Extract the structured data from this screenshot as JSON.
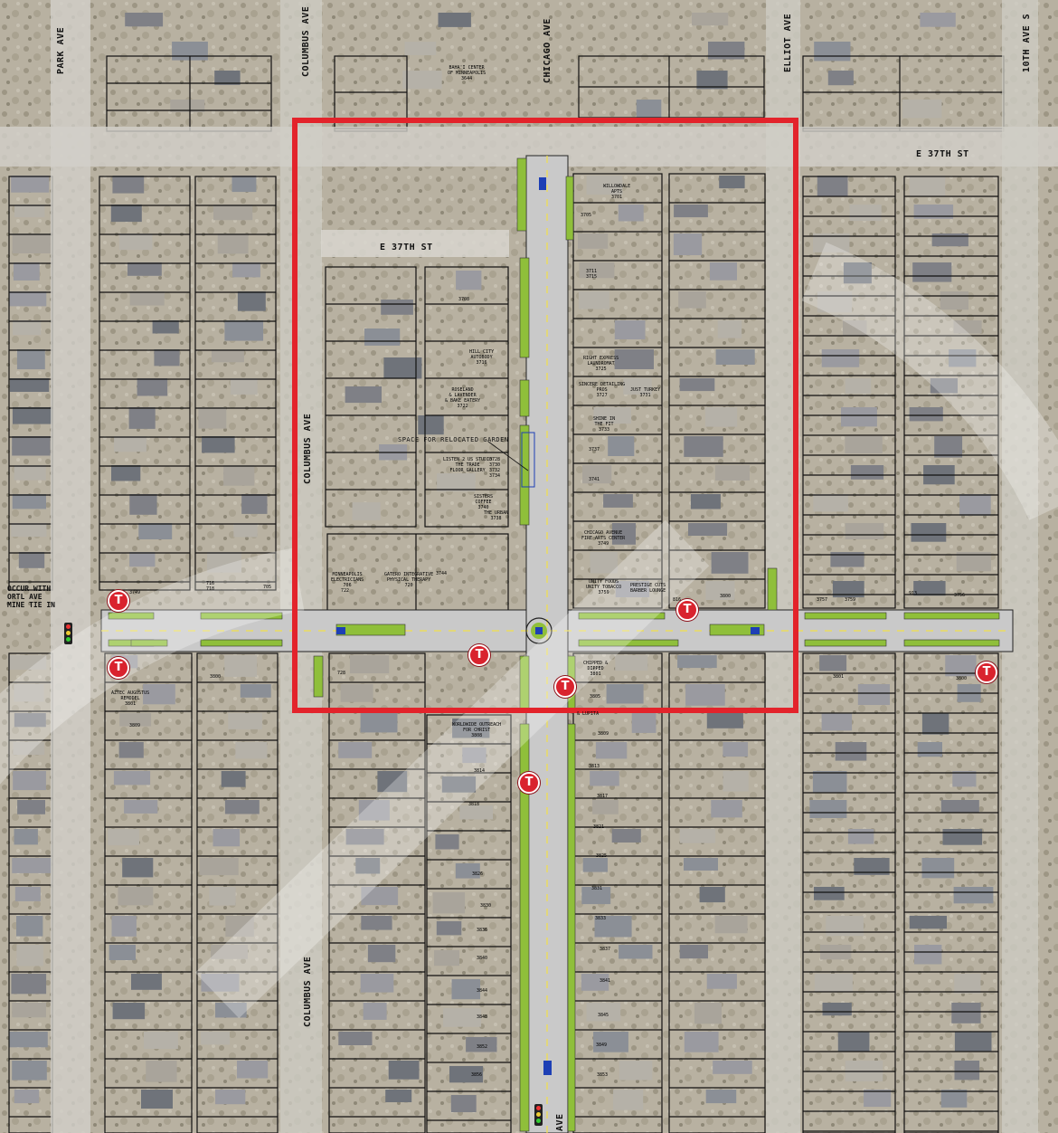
{
  "streets": {
    "park_ave": "PARK AVE",
    "columbus_ave_north": "COLUMBUS AVE",
    "columbus_ave_mid": "COLUMBUS AVE",
    "columbus_ave_south": "COLUMBUS AVE",
    "chicago_ave": "CHICAGO AVE",
    "elliot_ave": "ELLIOT AVE",
    "tenth_ave": "10TH AVE S",
    "e37_east": "E 37TH ST",
    "e37_west": "E 37TH ST",
    "bottom_ave": "AVE"
  },
  "annotations": {
    "relocated_garden": "SPACE FOR RELOCATED GARDEN",
    "left_note_1": "OCCUR WITH",
    "left_note_2": "ORTL AVE",
    "left_note_3": "MINE TIE IN"
  },
  "transit_stop": {
    "glyph": "T",
    "color": "#d9232e"
  },
  "focus_area": {
    "color": "#e3232b"
  },
  "colors": {
    "road": "#c9c9c9",
    "median": "#8fbf3a",
    "parcel_line": "#111111",
    "aerial": "#b9b3a4"
  },
  "buildings": {
    "bahai": "BAHA'I CENTER\nOF MINNEAPOLIS\n3644",
    "willow": "WILLOWDALE\nAPTS\n3701",
    "b3705": "3705",
    "b3711": "3711\n3715",
    "b3708": "3708",
    "hillcity": "HILL CITY\nAUTOBODY\n3716",
    "roseland": "ROSELAND\n& LAVENDER\n& BAKE EATERY\n3722",
    "listen": "LISTEN 2 US STUDIO\nTHE TRADE\nFLOOR GALLERY",
    "b3730": "3728\n3730\n3732\n3734",
    "sisters": "SISTERS\nCOFFEE\n3740",
    "theurban": "THE URBAN\n3738",
    "right_express": "RIGHT EXPRESS\nLAUNDROMAT\n3725",
    "sincere": "SINCERE DETAILING\nPROS\n3727",
    "just_turkey": "JUST TURKEY\n3731",
    "shine": "SHINE IN\nTHE FIT\n3733",
    "b3737": "3737",
    "b3741": "3741",
    "chicago_fine": "CHICAGO AVENUE\nFIRE ARTS CENTER\n3749",
    "unity_foods": "UNITY FOODS\nUNITY TOBACCO\n3759",
    "prestige": "PRESTIGE CUTS\nBARBER LOUNGE",
    "b816": "816",
    "b3800r": "3800",
    "minn_elec": "MINNEAPOLIS\nELECTRICIANS\n706",
    "gutero": "GATERO INTEGRATIVE\nPHYSICAL THERAPY\n720",
    "b3744": "3744",
    "b722": "722",
    "b716": "716\n718",
    "b705": "705",
    "b3749l": "3749",
    "aztec": "AZTEC AUGUSTUS\nREMODEL\n3801",
    "b3800l": "3800",
    "b3809l": "3809",
    "b728": "728",
    "chipped": "CHIPPED &\nDIPPED\n3801",
    "b3805": "3805",
    "lupita": "& LUPITA",
    "worldwide": "WORLDWIDE OUTREACH\nFOR CHRIST\n3808",
    "b3814": "3814",
    "b3818": "3818",
    "b3826": "3826",
    "b3830": "3830",
    "b3836": "3836",
    "b3840": "3840",
    "b3844": "3844",
    "b3848": "3848",
    "b3852": "3852",
    "b3856": "3856",
    "b3809r": "3809",
    "b3813": "3813",
    "b3817": "3817",
    "b3821": "3821",
    "b3825": "3825",
    "b3831": "3831",
    "b3833": "3833",
    "b3837": "3837",
    "b3841": "3841",
    "b3845": "3845",
    "b3849": "3849",
    "b3853": "3853",
    "b3757": "3757",
    "b3759r": "3759",
    "b913": "913",
    "b3756": "3756",
    "b3801r": "3801",
    "b3800rr": "3800"
  }
}
